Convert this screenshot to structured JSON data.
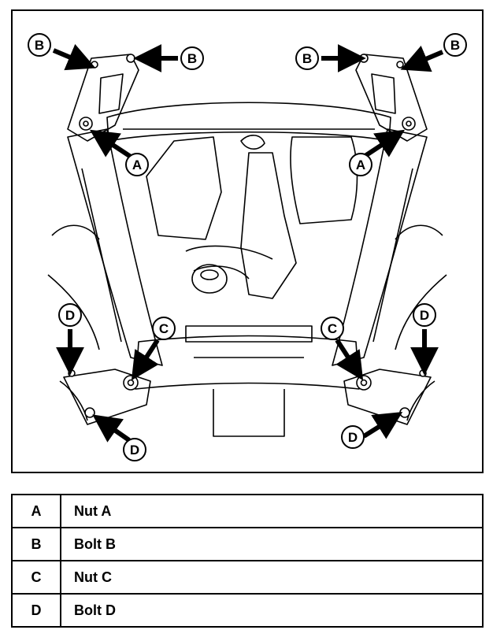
{
  "callouts": [
    "A",
    "B",
    "C",
    "D"
  ],
  "legend": [
    {
      "key": "A",
      "label": "Nut A"
    },
    {
      "key": "B",
      "label": "Bolt B"
    },
    {
      "key": "C",
      "label": "Nut C"
    },
    {
      "key": "D",
      "label": "Bolt D"
    }
  ]
}
